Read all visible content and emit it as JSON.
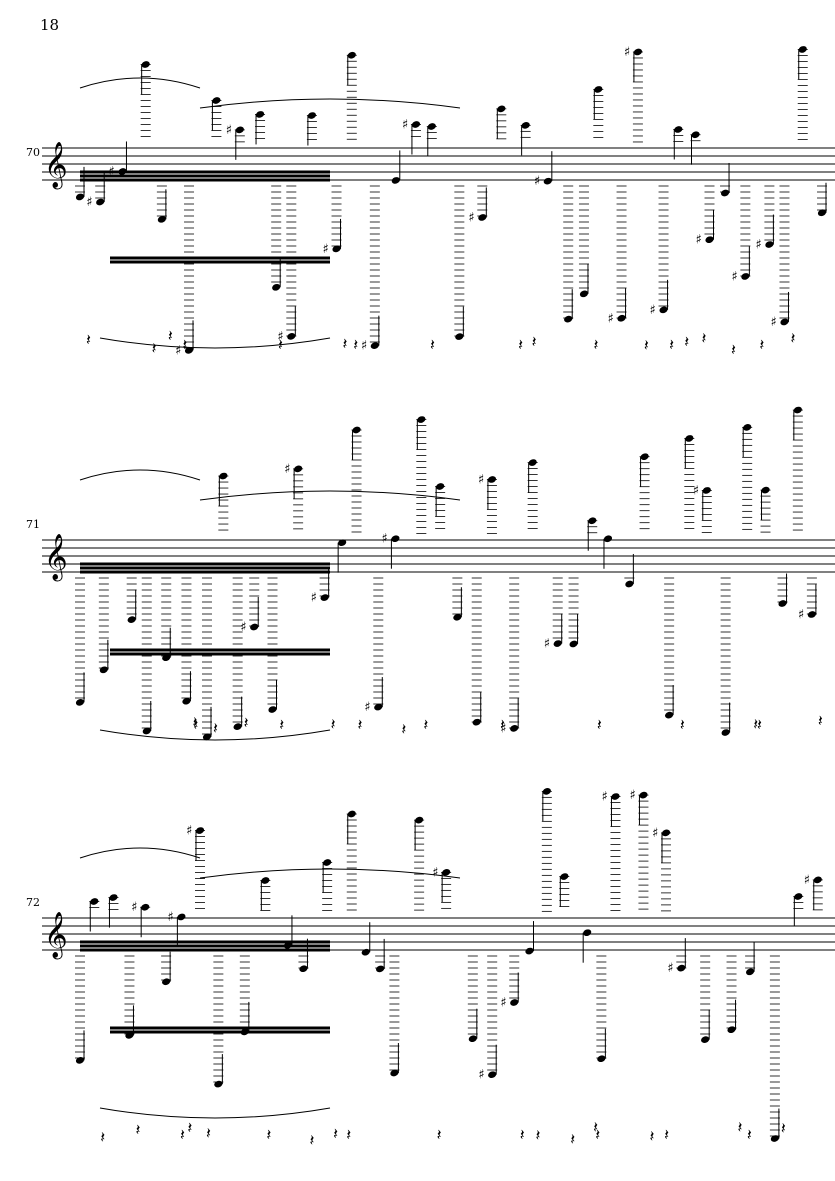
{
  "page": {
    "number": "18"
  },
  "systems": [
    {
      "measure": "70"
    },
    {
      "measure": "71"
    },
    {
      "measure": "72"
    }
  ],
  "colors": {
    "ink": "#000000",
    "paper": "#ffffff"
  },
  "icons": [
    "treble-clef-icon",
    "sharp-icon",
    "natural-icon",
    "quarter-rest-icon",
    "eighth-rest-icon"
  ]
}
